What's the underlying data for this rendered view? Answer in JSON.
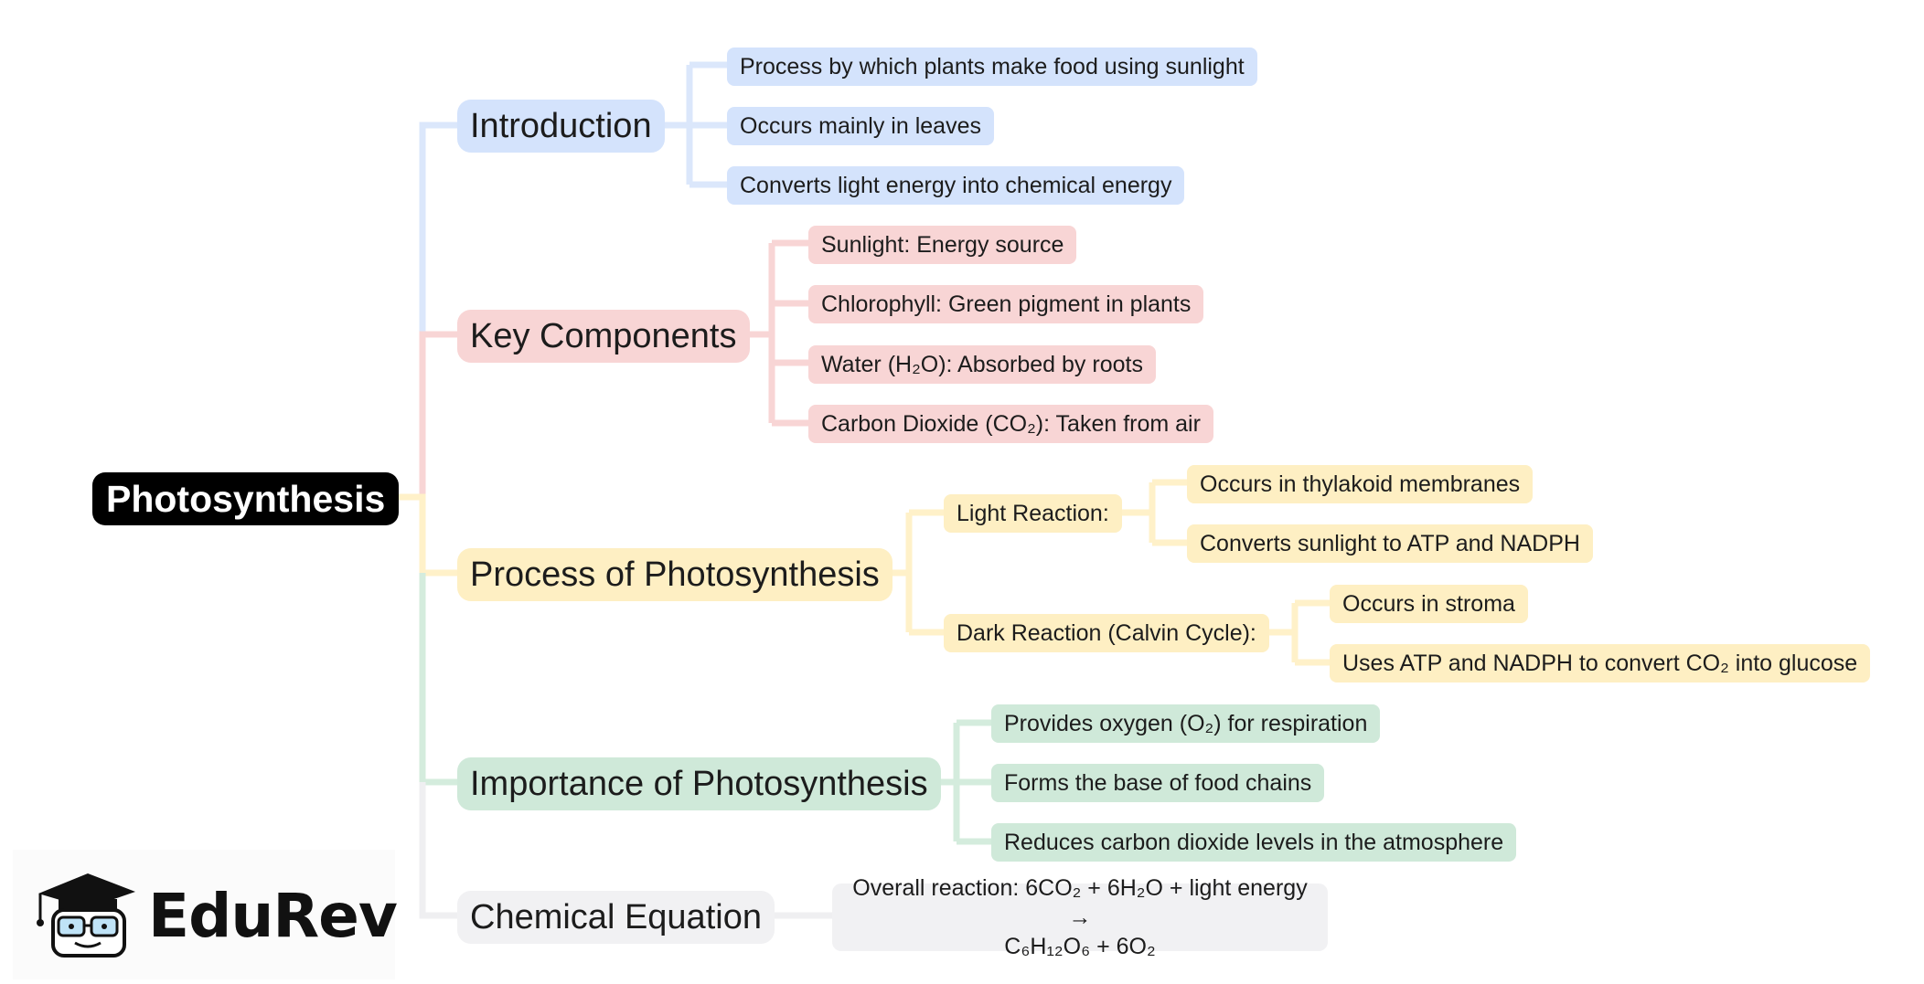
{
  "root": "Photosynthesis",
  "colors": {
    "blue": "#d4e3fc",
    "red": "#f8d5d5",
    "yellow": "#feefc3",
    "green": "#cfe9d9",
    "gray": "#f1f1f3",
    "root": "#000000"
  },
  "introduction": {
    "title": "Introduction",
    "items": [
      "Process by which plants make food using sunlight",
      "Occurs mainly in leaves",
      "Converts light energy into chemical energy"
    ]
  },
  "key_components": {
    "title": "Key Components",
    "items": [
      "Sunlight: Energy source",
      "Chlorophyll: Green pigment in plants",
      "Water (H₂O): Absorbed by roots",
      "Carbon Dioxide (CO₂): Taken from air"
    ]
  },
  "process": {
    "title": "Process of Photosynthesis",
    "light": {
      "title": "Light Reaction:",
      "items": [
        "Occurs in thylakoid membranes",
        "Converts sunlight to ATP and NADPH"
      ]
    },
    "dark": {
      "title": "Dark Reaction (Calvin Cycle):",
      "items": [
        "Occurs in stroma",
        "Uses ATP and NADPH to convert CO₂ into glucose"
      ]
    }
  },
  "importance": {
    "title": "Importance of Photosynthesis",
    "items": [
      "Provides oxygen (O₂) for respiration",
      "Forms the base of food chains",
      "Reduces carbon dioxide levels in the atmosphere"
    ]
  },
  "equation": {
    "title": "Chemical Equation",
    "line1": "Overall reaction: 6CO₂ + 6H₂O + light energy →",
    "line2": "C₆H₁₂O₆ + 6O₂"
  },
  "logo": {
    "text": "EduRev",
    "icon": "graduate-cap-mascot-icon"
  }
}
